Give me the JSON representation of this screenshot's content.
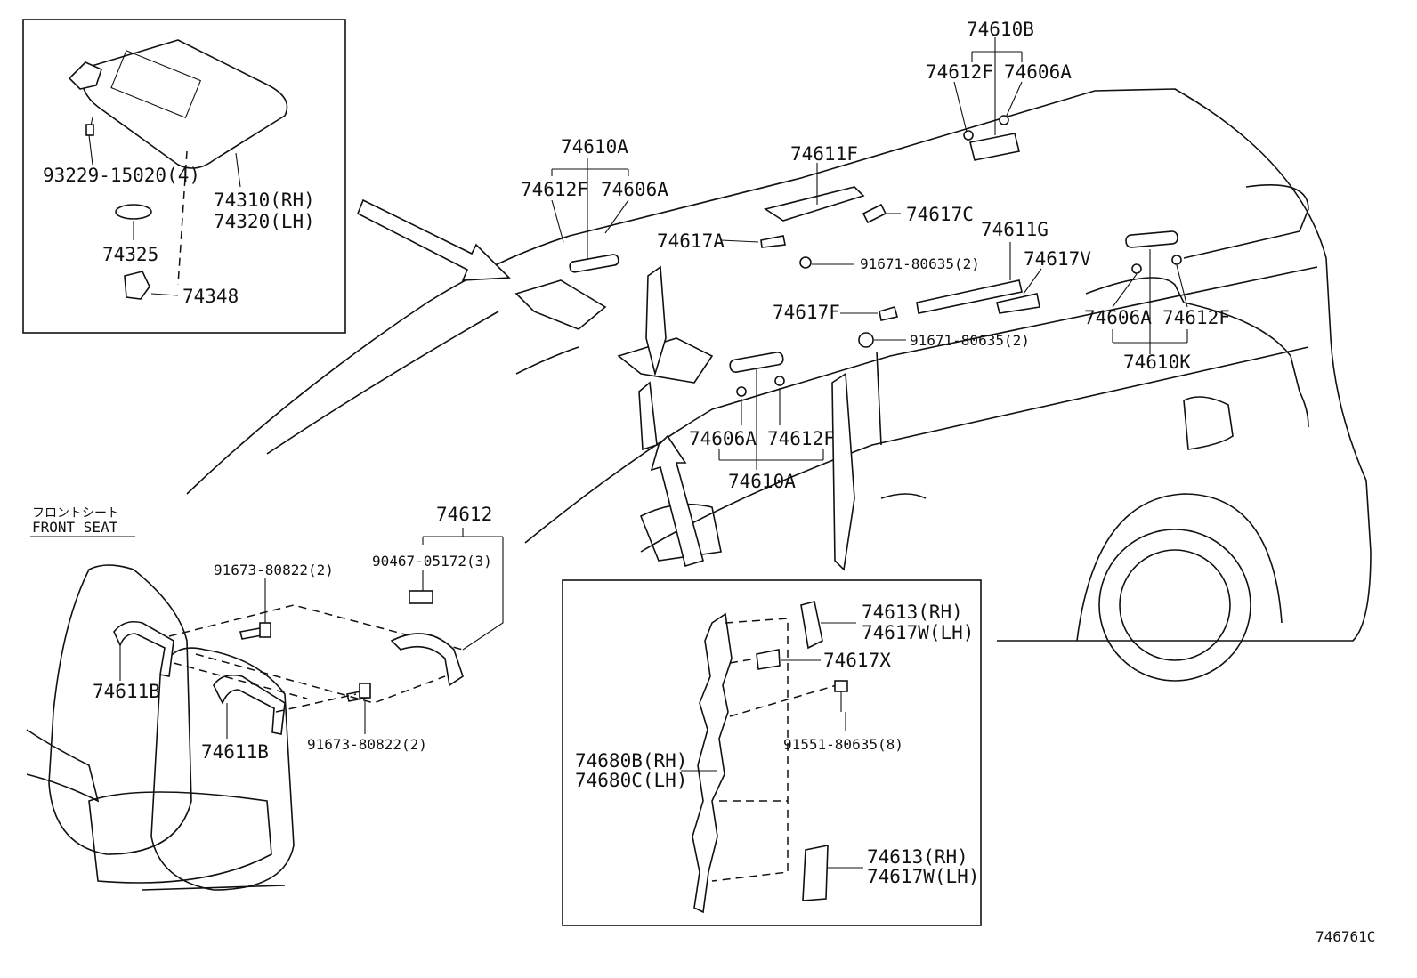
{
  "diagram_id": "746761C",
  "section_front_seat": {
    "jp": "フロントシート",
    "en": "FRONT SEAT"
  },
  "labels": {
    "l74610B": "74610B",
    "l74612F_top": "74612F",
    "l74606A_top": "74606A",
    "l74611F": "74611F",
    "l74617C": "74617C",
    "l74610A_top": "74610A",
    "l74612F_a": "74612F",
    "l74606A_a": "74606A",
    "l74617A": "74617A",
    "l91671_a": "91671-80635(2)",
    "l74611G": "74611G",
    "l74617V": "74617V",
    "l74617F": "74617F",
    "l91671_b": "91671-80635(2)",
    "l74606A_r": "74606A",
    "l74612F_r": "74612F",
    "l74610K": "74610K",
    "l74606A_b": "74606A",
    "l74612F_b": "74612F",
    "l74610A_b": "74610A",
    "l93229": "93229-15020(4)",
    "l74310": "74310(RH)",
    "l74320": "74320(LH)",
    "l74325": "74325",
    "l74348": "74348",
    "l74612": "74612",
    "l90467": "90467-05172(3)",
    "l91673_a": "91673-80822(2)",
    "l91673_b": "91673-80822(2)",
    "l74611B_a": "74611B",
    "l74611B_b": "74611B",
    "l74613_a": "74613(RH)",
    "l74617W_a": "74617W(LH)",
    "l74617X": "74617X",
    "l91551": "91551-80635(8)",
    "l74680B": "74680B(RH)",
    "l74680C": "74680C(LH)",
    "l74613_b": "74613(RH)",
    "l74617W_b": "74617W(LH)"
  }
}
